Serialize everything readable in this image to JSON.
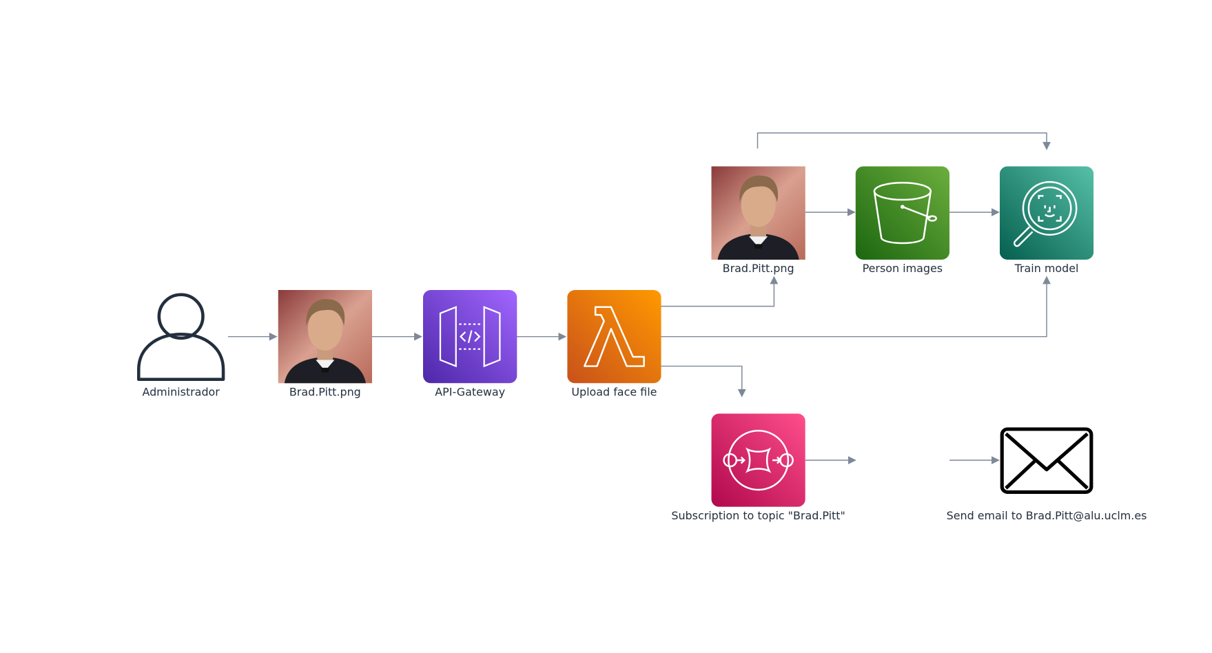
{
  "nodes": {
    "administrador": {
      "label": "Administrador",
      "icon": "user-icon"
    },
    "image_upload": {
      "label": "Brad.Pitt.png",
      "icon": "portrait-photo"
    },
    "api_gateway": {
      "label": "API-Gateway",
      "icon": "api-gateway-icon"
    },
    "lambda": {
      "label": "Upload face file",
      "icon": "lambda-icon"
    },
    "image_stored": {
      "label": "Brad.Pitt.png",
      "icon": "portrait-photo"
    },
    "s3": {
      "label": "Person images",
      "icon": "s3-bucket-icon"
    },
    "rekognition": {
      "label": "Train model",
      "icon": "rekognition-icon"
    },
    "sns": {
      "label": "Subscription to topic \"Brad.Pitt\"",
      "icon": "sns-icon"
    },
    "email": {
      "label": "Send email to Brad.Pitt@alu.uclm.es",
      "icon": "mail-envelope-icon"
    }
  },
  "colors": {
    "api_gateway": [
      "#4d27a8",
      "#a166ff"
    ],
    "lambda": [
      "#c8511b",
      "#ff9900"
    ],
    "s3": [
      "#1b660f",
      "#6cae3e"
    ],
    "rekognition": [
      "#055f4e",
      "#56c0a7"
    ],
    "sns": [
      "#b0084d",
      "#ff4f8b"
    ],
    "edge": "#7d8998",
    "text": "#232f3e"
  }
}
